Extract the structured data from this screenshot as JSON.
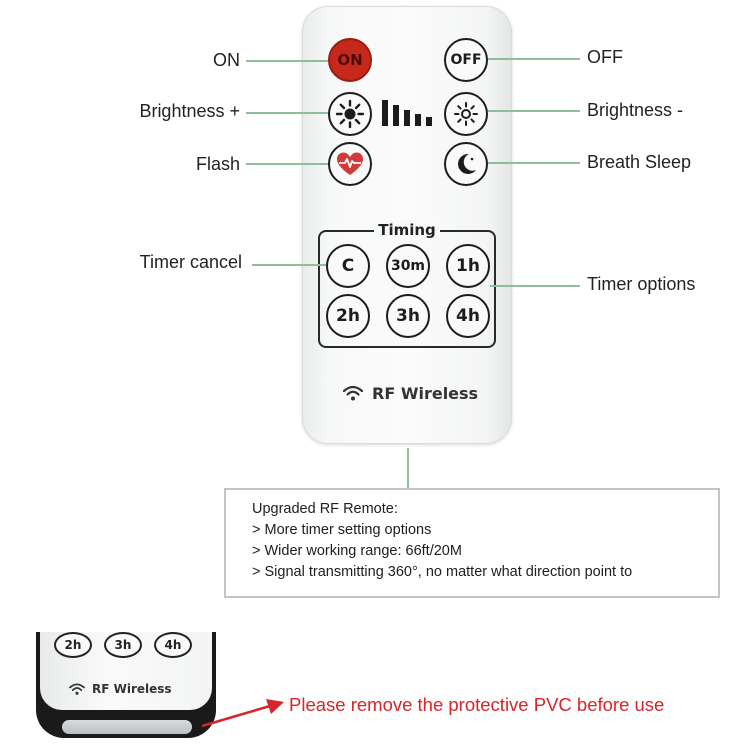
{
  "callouts": {
    "on": "ON",
    "off": "OFF",
    "brightness_up": "Brightness +",
    "brightness_down": "Brightness -",
    "flash": "Flash",
    "breath_sleep": "Breath Sleep",
    "timer_cancel": "Timer cancel",
    "timer_options": "Timer options"
  },
  "remote": {
    "on_button": "ON",
    "off_button": "OFF",
    "timing_title": "Timing",
    "timer_buttons": [
      "C",
      "30m",
      "1h",
      "2h",
      "3h",
      "4h"
    ],
    "rf_label": "RF Wireless"
  },
  "info": {
    "title": "Upgraded RF Remote:",
    "lines": [
      "> More timer setting options",
      "> Wider working range: 66ft/20M",
      "> Signal transmitting 360°, no matter what direction point to"
    ]
  },
  "bottom_remote": {
    "buttons": [
      "2h",
      "3h",
      "4h"
    ],
    "rf_label": "RF Wireless"
  },
  "warning": "Please remove the protective PVC before use",
  "colors": {
    "on_button": "#c8281c",
    "callout_line": "#8fbf9a",
    "warning_text": "#d6262b",
    "warning_arrow": "#d6262b"
  }
}
